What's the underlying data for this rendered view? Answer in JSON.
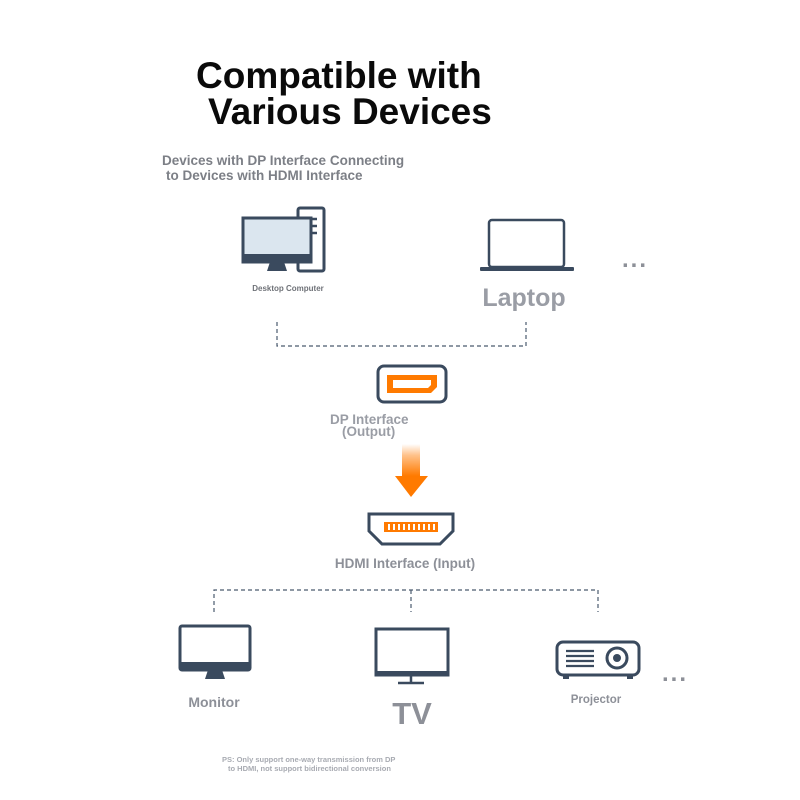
{
  "title": {
    "line1": "Compatible with",
    "line2": "Various Devices"
  },
  "subtitle": {
    "line1": "Devices with DP Interface Connecting",
    "line2": "to Devices with HDMI Interface"
  },
  "sources": {
    "desktop_label": "Desktop Computer",
    "laptop_label": "Laptop",
    "more": "..."
  },
  "dp": {
    "line1": "DP Interface",
    "line2": "(Output)"
  },
  "hdmi": {
    "label": "HDMI Interface (Input)"
  },
  "targets": {
    "monitor_label": "Monitor",
    "tv_label": "TV",
    "projector_label": "Projector",
    "more": "..."
  },
  "note": {
    "line1": "PS: Only support one-way transmission from DP",
    "line2": "to HDMI, not support bidirectional conversion"
  },
  "colors": {
    "icon": "#3a4a5e",
    "accent": "#ff7a00",
    "screen": "#dbe6ef",
    "dashed": "#4a5a6e"
  },
  "icons": [
    "desktop-computer-icon",
    "laptop-icon",
    "dp-port-icon",
    "arrow-down-icon",
    "hdmi-port-icon",
    "monitor-icon",
    "tv-icon",
    "projector-icon"
  ]
}
